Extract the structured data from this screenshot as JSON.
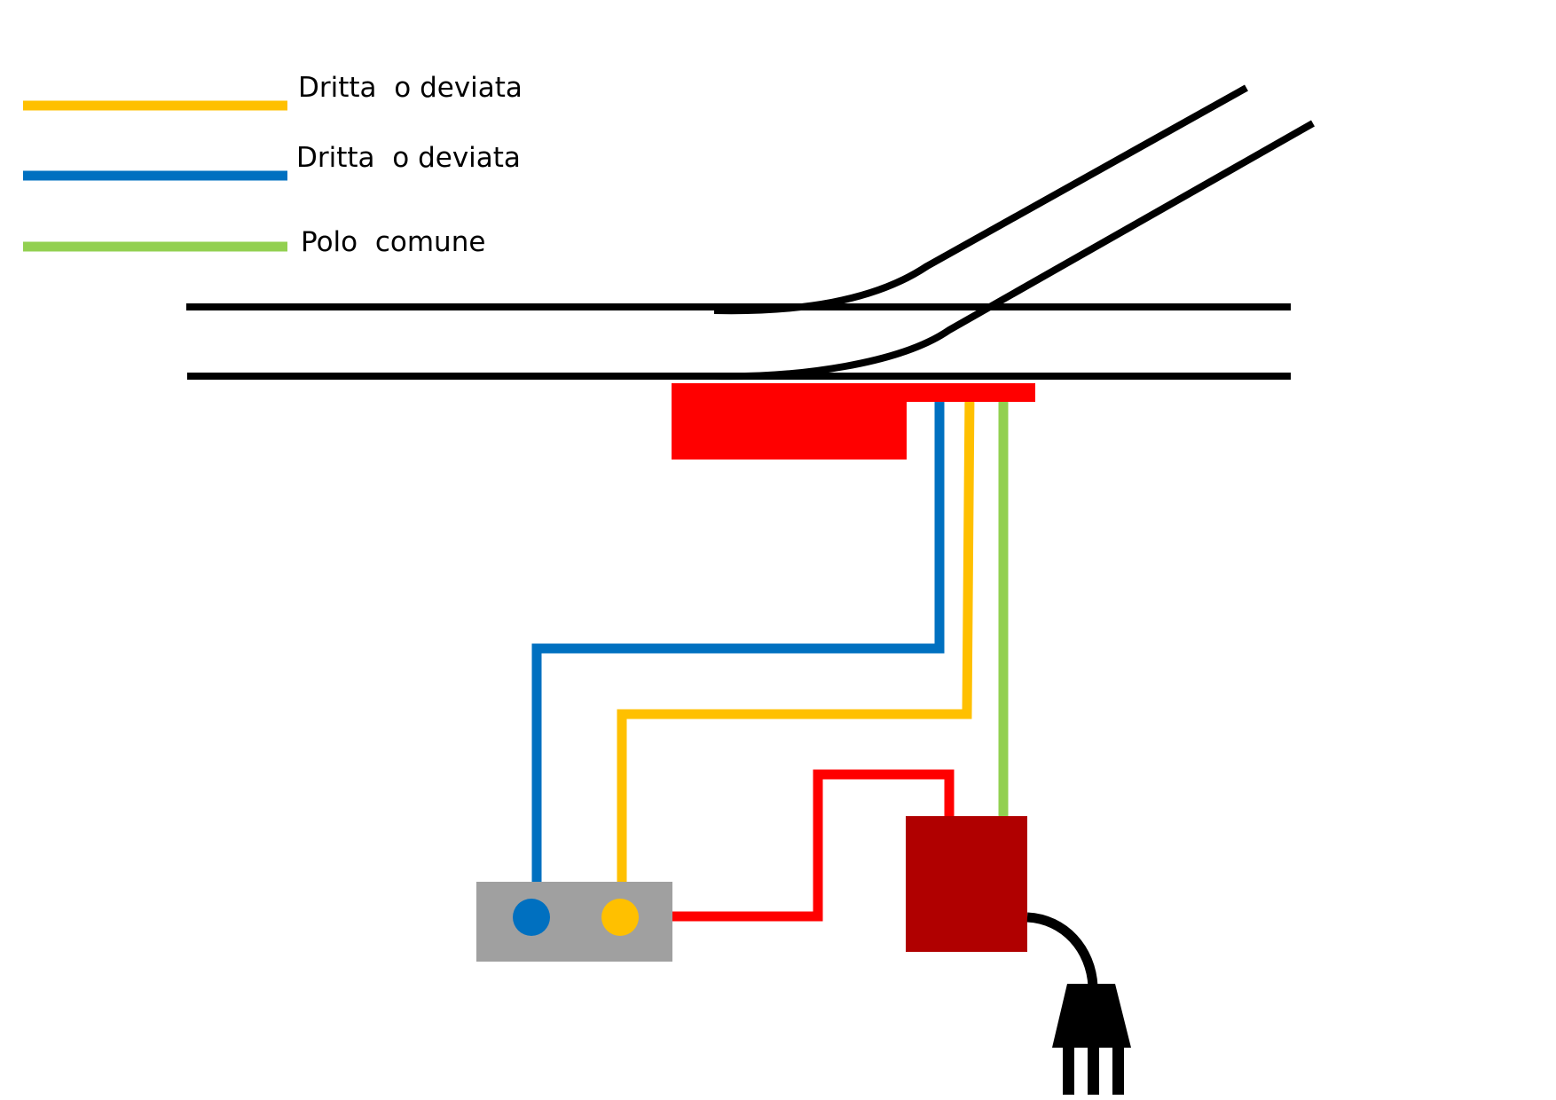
{
  "legend": {
    "items": [
      {
        "label": "Dritta  o deviata",
        "color": "#FFC000"
      },
      {
        "label": "Dritta  o deviata",
        "color": "#0070C0"
      },
      {
        "label": "Polo  comune",
        "color": "#92D050"
      }
    ]
  },
  "colors": {
    "track": "#000000",
    "turnout_motor": "#FF0000",
    "power_supply": "#B00000",
    "switch_box": "#A0A0A0",
    "wire_blue": "#0070C0",
    "wire_yellow": "#FFC000",
    "wire_green": "#92D050",
    "wire_red": "#FF0000",
    "plug": "#000000"
  },
  "icons": {
    "plug": "electrical-plug-icon",
    "switch_button_blue": "round-button-icon",
    "switch_button_yellow": "round-button-icon"
  }
}
